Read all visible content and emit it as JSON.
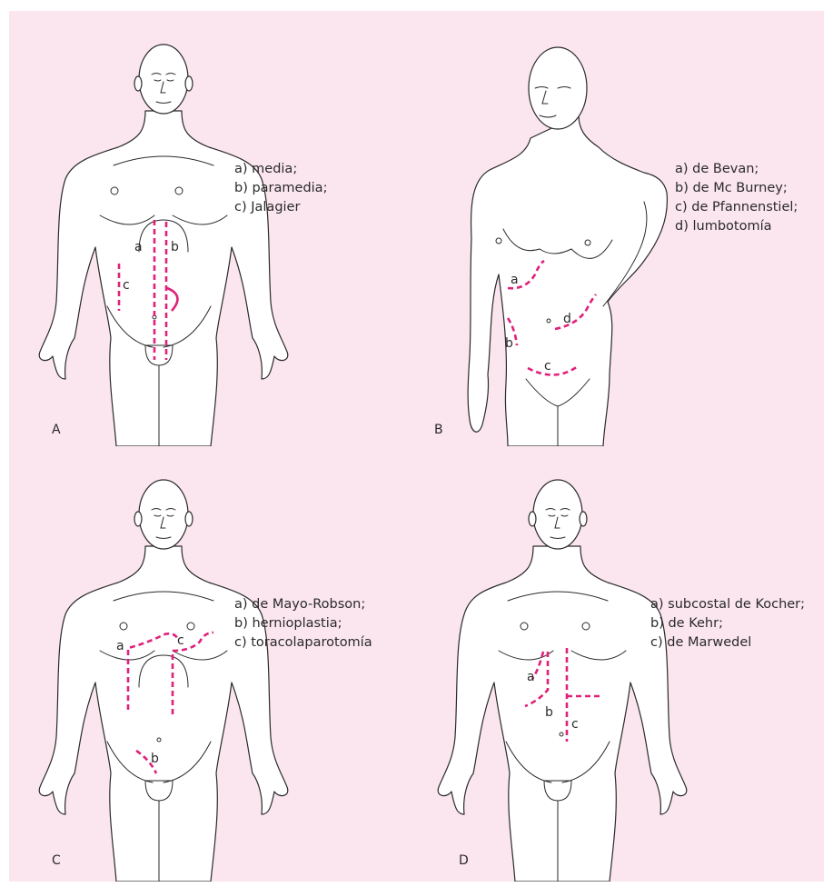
{
  "panels": [
    {
      "id": "A",
      "label": "A",
      "legend": [
        "a) media;",
        "b) paramedia;",
        "c) Jalagier"
      ],
      "marks": [
        "a",
        "b",
        "c"
      ]
    },
    {
      "id": "B",
      "label": "B",
      "legend": [
        "a) de Bevan;",
        "b) de Mc Burney;",
        "c) de Pfannenstiel;",
        "d) lumbotomía"
      ],
      "marks": [
        "a",
        "b",
        "c",
        "d"
      ]
    },
    {
      "id": "C",
      "label": "C",
      "legend": [
        "a) de Mayo-Robson;",
        "b) hernioplastia;",
        "c) toracolaparotomía"
      ],
      "marks": [
        "a",
        "b",
        "c"
      ]
    },
    {
      "id": "D",
      "label": "D",
      "legend": [
        "a) subcostal de Kocher;",
        "b) de Kehr;",
        "c) de Marwedel"
      ],
      "marks": [
        "a",
        "b",
        "c"
      ]
    }
  ],
  "colors": {
    "background": "#fbe6ef",
    "incision": "#e0207a",
    "outline": "#2a2a2a"
  }
}
